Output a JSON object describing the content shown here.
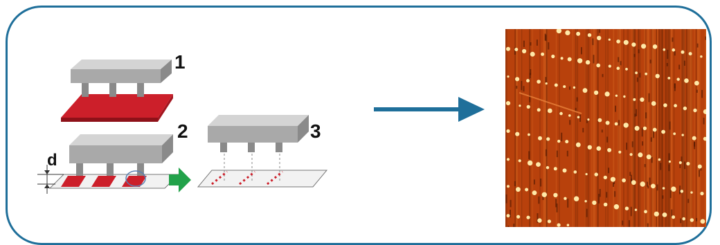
{
  "diagram": {
    "step_labels": [
      "1",
      "2",
      "3"
    ],
    "gap_label": "d"
  },
  "colors": {
    "frame": "#1f6f9a",
    "stamp_top": "#d4d4d4",
    "stamp_side": "#9a9a9a",
    "substrate_red": "#cc1f2a",
    "process_arrow": "#22a24a",
    "main_arrow": "#1f6f9a",
    "afm_background": "#b8410c",
    "afm_dot": "#ffe9a8"
  }
}
